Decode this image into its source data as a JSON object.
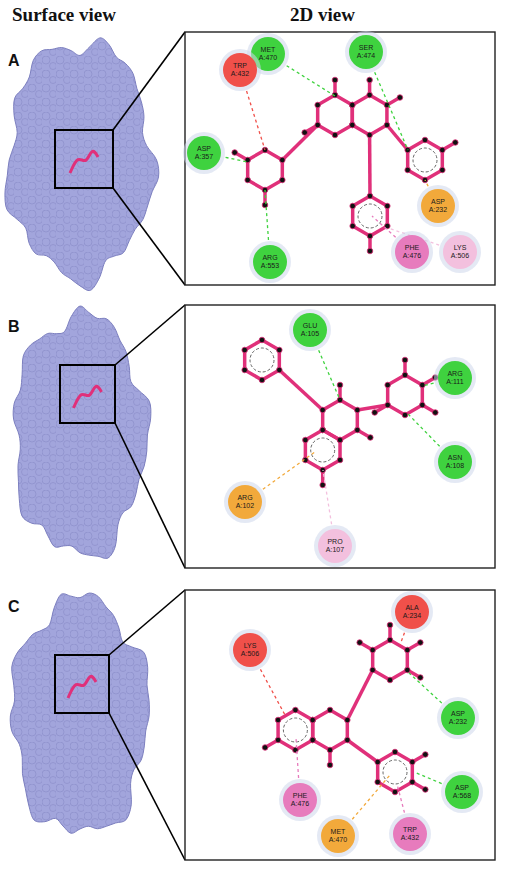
{
  "diagram": {
    "nodes": [
      {
        "text": [
          "MET A:470"
        ]
      },
      {
        "text": [
          "SER A:474"
        ]
      },
      {
        "text": [
          "TRP A:432"
        ]
      },
      {
        "text": [
          "ASP A:357"
        ]
      },
      {
        "text": [
          "ASP A:232"
        ]
      },
      {
        "text": [
          "PHE A:476"
        ]
      },
      {
        "text": [
          "LYS A:506"
        ]
      },
      {
        "text": [
          "ARG A:553"
        ]
      },
      {
        "text": [
          "GLU A:105"
        ]
      },
      {
        "text": [
          "ARG A:111"
        ]
      },
      {
        "text": [
          "ASN A:108"
        ]
      },
      {
        "text": [
          "ARG A:102"
        ]
      },
      {
        "text": [
          "PRO A:107"
        ]
      },
      {
        "text": [
          "ALA A:234"
        ]
      },
      {
        "text": [
          "LYS A:506"
        ]
      },
      {
        "text": [
          "ASP A:232"
        ]
      },
      {
        "text": [
          "ASP A:568"
        ]
      },
      {
        "text": [
          "PHE A:476"
        ]
      },
      {
        "text": [
          "MET A:470"
        ]
      },
      {
        "text": [
          "TRP A:432"
        ]
      }
    ],
    "labels": [
      "Surface view",
      "2D view",
      "A",
      "B",
      "C"
    ]
  }
}
